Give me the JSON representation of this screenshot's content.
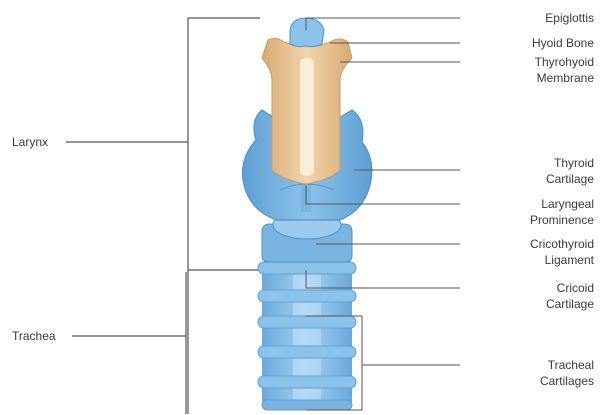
{
  "left_labels": {
    "larynx": "Larynx",
    "trachea": "Trachea"
  },
  "right_labels": {
    "epiglottis": "Epiglottis",
    "hyoid_bone": "Hyoid Bone",
    "thyrohyoid_membrane": [
      "Thyrohyoid",
      "Membrane"
    ],
    "thyroid_cartilage": [
      "Thyroid",
      "Cartilage"
    ],
    "laryngeal_prominence": [
      "Laryngeal",
      "Prominence"
    ],
    "cricothyroid_ligament": [
      "Cricothyroid",
      "Ligament"
    ],
    "cricoid_cartilage": [
      "Cricoid",
      "Cartilage"
    ],
    "tracheal_cartilages": [
      "Tracheal",
      "Cartilages"
    ]
  },
  "colors": {
    "bone": "#e9c89a",
    "bone_dark": "#d7a873",
    "cartilage": "#7ab4e0",
    "cartilage_light": "#a9d3f0",
    "cartilage_dark": "#4f93cc",
    "leader_line": "#555555"
  }
}
